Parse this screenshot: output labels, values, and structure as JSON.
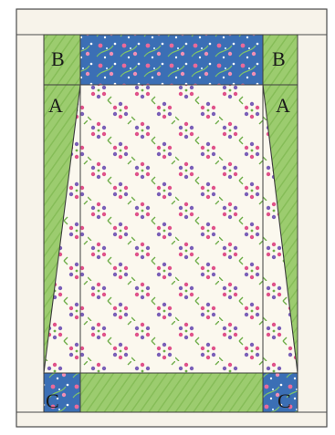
{
  "quilt_block": {
    "labels": {
      "top_left": "B",
      "top_right": "B",
      "mid_left": "A",
      "mid_right": "A",
      "bottom_left": "C",
      "bottom_right": "C"
    },
    "colors": {
      "frame": "#f7f3ea",
      "frame_line": "#4a4a4a",
      "green_fabric": "#9ccc6f",
      "green_dark": "#7fb653",
      "blue_fabric": "#3b6fb5",
      "cream_fabric": "#fbf8ee",
      "flower_pink": "#e0528a",
      "flower_purple": "#7a5fb8",
      "leaf_green": "#6fae4a"
    }
  }
}
